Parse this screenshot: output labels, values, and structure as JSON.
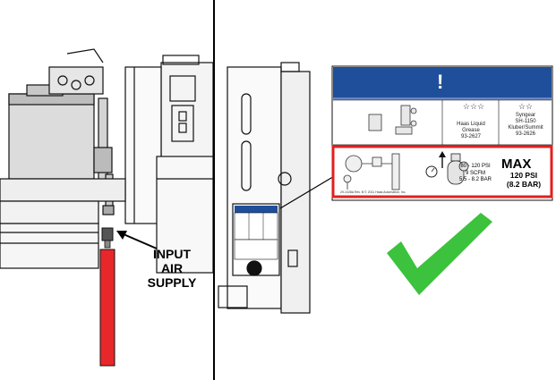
{
  "left_panel": {
    "callout_line1": "INPUT",
    "callout_line2": "AIR SUPPLY"
  },
  "label_card": {
    "header_symbol": "!",
    "stars_grease": "☆☆☆",
    "stars_oil": "☆☆",
    "grease_name": "Haas Liquid",
    "grease_name2": "Grease",
    "grease_part": "93-2627",
    "oil_name": "Syngear",
    "oil_name2": "SH-1150",
    "oil_name3": "Kluber/Summit",
    "oil_part": "93-2626",
    "spec_line1": "80 - 120 PSI",
    "spec_line2": "9 SCFM",
    "spec_line3": "5.5 - 8.2 BAR",
    "max_title": "MAX",
    "max_psi": "120 PSI",
    "max_bar": "(8.2 BAR)",
    "footnote": "29-1028A Rev. B  © 2011 Haas Automation, Inc."
  },
  "colors": {
    "header_blue": "#1f4e9a",
    "highlight_red": "#e02020",
    "hose_red": "#e8272a",
    "check_green": "#3cc23c"
  },
  "icons": [
    "checkmark-icon",
    "pressure-gauge-icon",
    "air-compressor-icon",
    "arrow-up-icon"
  ]
}
